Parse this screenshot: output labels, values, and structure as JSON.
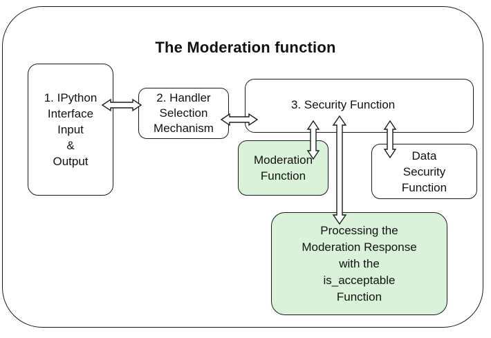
{
  "title": "The Moderation function",
  "boxes": {
    "ipython": {
      "lines": [
        "1. IPython",
        "Interface",
        "Input",
        "&",
        "Output"
      ]
    },
    "handler": {
      "lines": [
        "2. Handler",
        "Selection",
        "Mechanism"
      ]
    },
    "security": {
      "lines": [
        "3. Security Function"
      ]
    },
    "moderation": {
      "lines": [
        "Moderation",
        "Function"
      ]
    },
    "data_security": {
      "lines": [
        "Data",
        "Security",
        "Function"
      ]
    },
    "processing": {
      "lines": [
        "Processing the",
        "Moderation Response",
        "with the",
        "is_acceptable",
        "Function"
      ]
    }
  },
  "colors": {
    "highlight_fill": "#d9f2d9",
    "stroke": "#1a1a1a"
  },
  "connections": [
    {
      "from": "ipython",
      "to": "handler",
      "style": "double-arrow"
    },
    {
      "from": "handler",
      "to": "security",
      "style": "double-arrow"
    },
    {
      "from": "security",
      "to": "moderation",
      "style": "double-arrow"
    },
    {
      "from": "security",
      "to": "processing",
      "style": "double-arrow"
    },
    {
      "from": "security",
      "to": "data_security",
      "style": "double-arrow"
    }
  ]
}
